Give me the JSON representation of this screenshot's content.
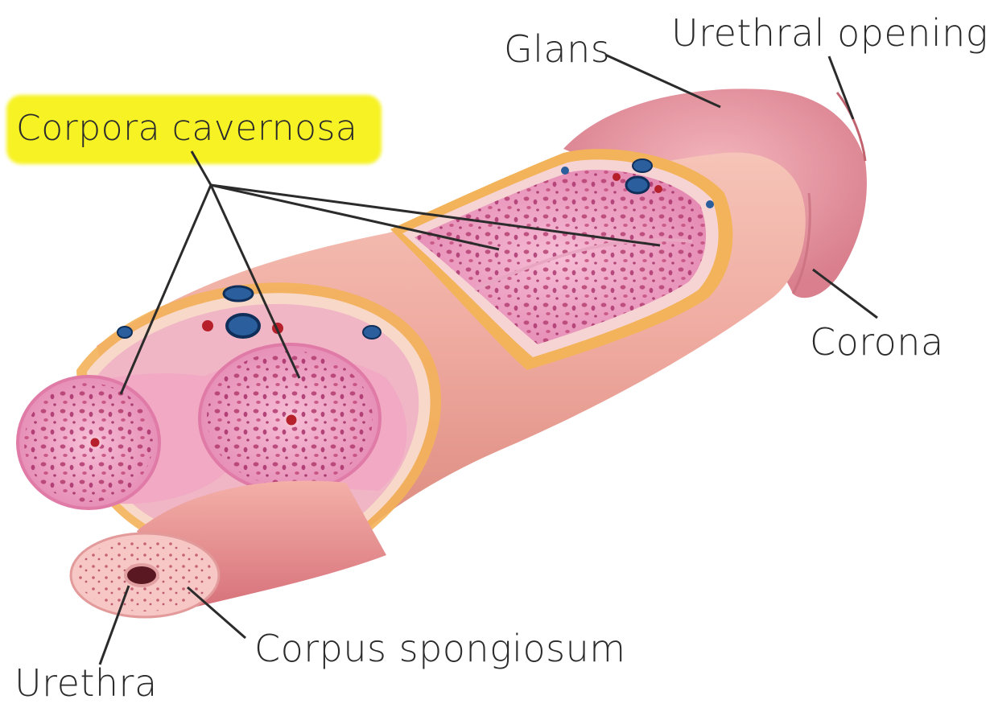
{
  "labels": {
    "corpora_cavernosa": "Corpora cavernosa",
    "glans": "Glans",
    "urethral_opening": "Urethral opening",
    "corona": "Corona",
    "corpus_spongiosum": "Corpus spongiosum",
    "urethra": "Urethra"
  },
  "colors": {
    "highlight": "#f7f224",
    "skin": "#efaaa0",
    "skin_dark": "#d98579",
    "glans": "#e89aa0",
    "erectile_tissue": "#f2a7c8",
    "sinus_spots": "#b23a6e",
    "fascia_yellow": "#f1c74a",
    "vein": "#2a5e9c",
    "artery": "#b5202a",
    "leader_line": "#2b2b2b"
  }
}
